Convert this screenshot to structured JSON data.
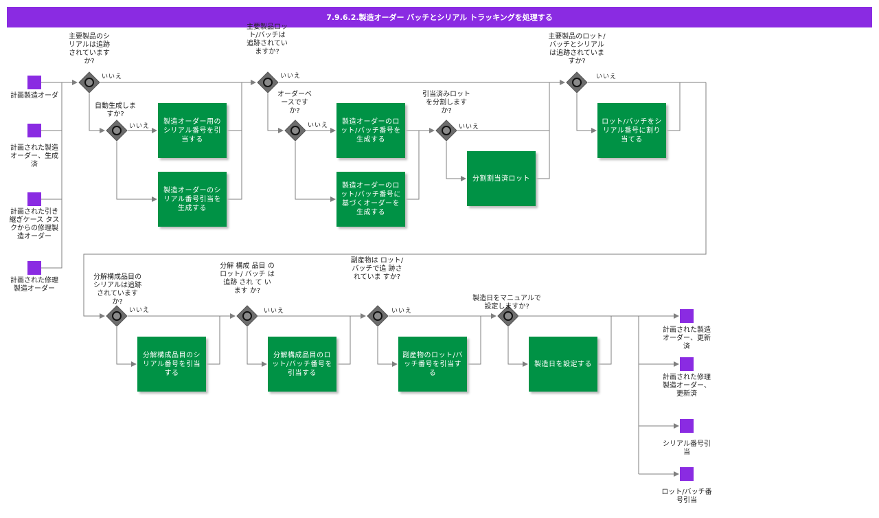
{
  "title": "7.9.6.2.製造オーダー バッチとシリアル トラッキングを処理する",
  "no_label": "いいえ",
  "start_events": [
    {
      "label": "計画製造オーダ"
    },
    {
      "label": "計画された製造オーダー、生成済"
    },
    {
      "label": "計画された引き 継ぎケース タス クからの修理製 造オーダー"
    },
    {
      "label": "計画された修理製造オーダー"
    }
  ],
  "end_events": [
    {
      "label": "計画された製造オーダー、更新済"
    },
    {
      "label": "計画された修理 製造オーダー、 更新済"
    },
    {
      "label": "シリアル番号引当"
    },
    {
      "label": "ロット/バッチ番号引当"
    }
  ],
  "gateways": [
    {
      "question": "主要製品のシリアルは追跡されていますか?"
    },
    {
      "question": "自動生成しますか?"
    },
    {
      "question": "主要製品ロット/バッチは追跡されていますか?"
    },
    {
      "question": "オーダーベースですか?"
    },
    {
      "question": "引当済みロットを分割しますか?"
    },
    {
      "question": "主要製品のロット/バッチとシリアルは追跡されていますか?"
    },
    {
      "question": "分解構成品目のシリアルは追跡されていますか?"
    },
    {
      "question": "分解 構成 品目 の ロット/ バッチ は 追跡 され て い ます か?"
    },
    {
      "question": "副産物は ロット/バッチで追 跡されていま すか?"
    },
    {
      "question": "製造日をマニュアルで設定しますか?"
    }
  ],
  "tasks": [
    {
      "label": "製造オーダー用のシリアル番号を引当する"
    },
    {
      "label": "製造オーダーのシリアル番号引当を生成する"
    },
    {
      "label": "製造オーダーのロット/バッチ番号を生成する"
    },
    {
      "label": "製造オーダーのロット/バッチ番号に基づくオーダーを生成する"
    },
    {
      "label": "分割割当済ロット"
    },
    {
      "label": "ロット/バッチをシリアル番号に割り当てる"
    },
    {
      "label": "分解構成品目のシリアル番号を引当する"
    },
    {
      "label": "分解構成品目のロット/バッチ番号を引当する"
    },
    {
      "label": "副産物のロット/バッチ番号を引当する"
    },
    {
      "label": "製造日を設定する"
    }
  ],
  "colors": {
    "event": "#8a2be2",
    "task": "#009245",
    "gateway": "#6d6d6d",
    "wire": "#7f7f7f"
  }
}
